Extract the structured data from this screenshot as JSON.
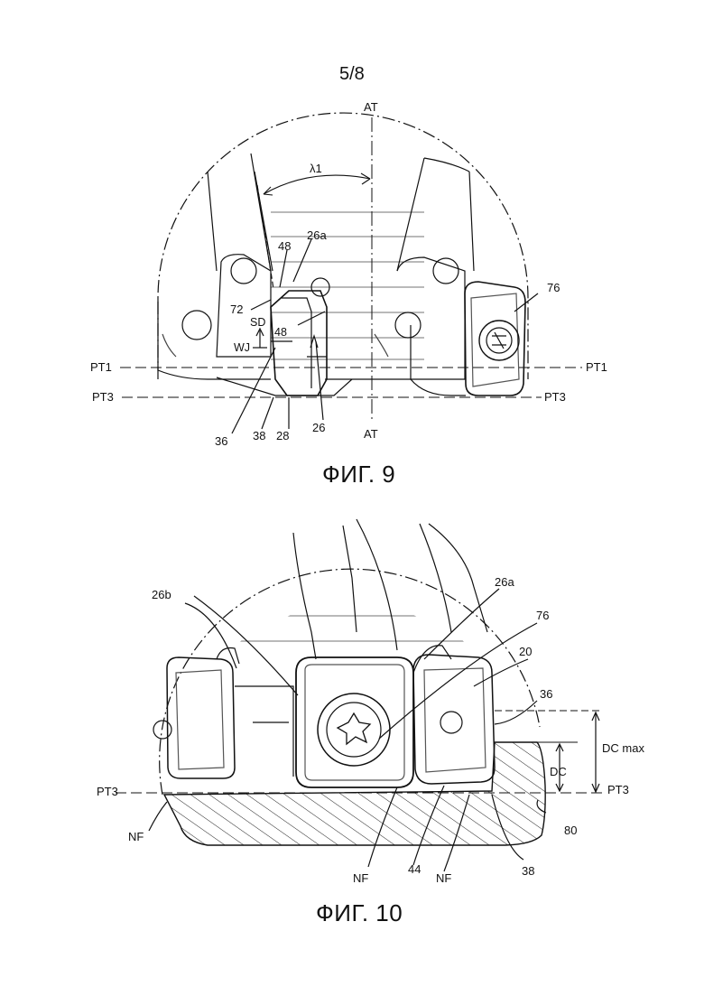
{
  "sheet_number": "5/8",
  "fig9": {
    "caption": "ФИГ. 9",
    "labels": {
      "at_top": "AT",
      "at_bottom": "AT",
      "lambda": "λ1",
      "ref_48_upper": "48",
      "ref_26a": "26a",
      "ref_72": "72",
      "ref_76": "76",
      "sd": "SD",
      "wj": "WJ",
      "ref_48_lower": "48",
      "pt1_left": "PT1",
      "pt1_right": "PT1",
      "pt3_left": "PT3",
      "pt3_right": "PT3",
      "ref_36": "36",
      "ref_38": "38",
      "ref_28": "28",
      "ref_26": "26"
    }
  },
  "fig10": {
    "caption": "ФИГ. 10",
    "labels": {
      "ref_26b": "26b",
      "ref_26a": "26a",
      "ref_76": "76",
      "ref_20": "20",
      "ref_36": "36",
      "dc_max": "DC max",
      "dc": "DC",
      "pt3_left": "PT3",
      "pt3_right": "PT3",
      "nf_left": "NF",
      "nf_center": "NF",
      "ref_44": "44",
      "nf_right": "NF",
      "ref_80": "80",
      "ref_38": "38"
    }
  }
}
